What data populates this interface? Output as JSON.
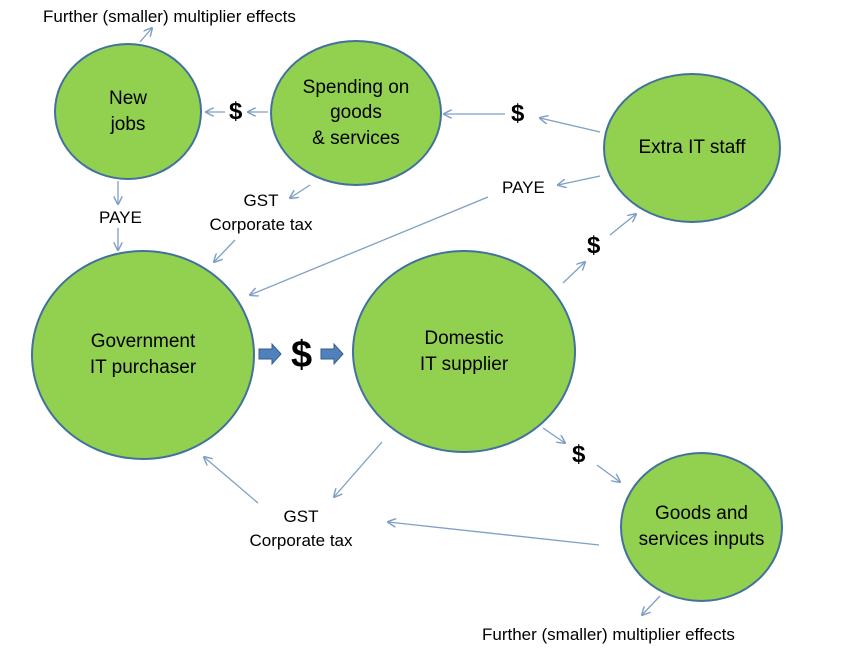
{
  "nodes": {
    "new_jobs": "New\njobs",
    "spending": "Spending on\ngoods\n& services",
    "extra_staff": "Extra IT staff",
    "gov_purchaser": "Government\nIT purchaser",
    "domestic_supplier": "Domestic\nIT supplier",
    "goods_inputs": "Goods and\nservices inputs"
  },
  "labels": {
    "further_top": "Further (smaller) multiplier effects",
    "further_bottom": "Further (smaller) multiplier effects",
    "paye_left": "PAYE",
    "paye_right": "PAYE",
    "gst_corp_top": "GST\nCorporate tax",
    "gst_corp_bottom": "GST\nCorporate tax",
    "dollar": "$"
  },
  "colors": {
    "node_fill": "#92d050",
    "node_border": "#41719c",
    "arrow": "#7f9fc5",
    "block_arrow": "#4f81bd"
  }
}
